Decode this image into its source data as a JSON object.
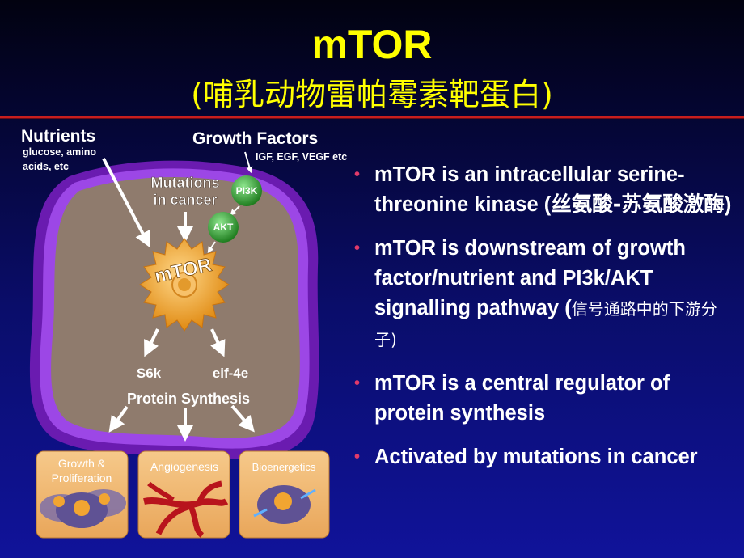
{
  "slide": {
    "title": "mTOR",
    "subtitle": "(哺乳动物雷帕霉素靶蛋白)"
  },
  "diagram": {
    "nutrients_label": "Nutrients",
    "nutrients_sub_1": "glucose, amino",
    "nutrients_sub_2": "acids, etc",
    "growth_factors_label": "Growth Factors",
    "growth_factors_sub": "IGF, EGF, VEGF etc",
    "mutations_1": "Mutations",
    "mutations_2": "in cancer",
    "pi3k": "PI3K",
    "akt": "AKT",
    "mtor": "mTOR",
    "s6k": "S6k",
    "eif": "eif-4e",
    "protein_synthesis": "Protein Synthesis",
    "box_growth_1": "Growth &",
    "box_growth_2": "Proliferation",
    "box_angio": "Angiogenesis",
    "box_bio": "Bioenergetics",
    "colors": {
      "cell_fill": "#8f7b6d",
      "membrane": "#8a2bd8",
      "gear": "#f2a531",
      "green_node": "#3aa83a",
      "box": "#f2b56a"
    }
  },
  "bullets": {
    "b1_main": "mTOR is an intracellular serine-threonine kinase (",
    "b1_zh": "丝氨酸-苏氨酸激酶",
    "b1_end": ")",
    "b2_main": "mTOR is downstream of growth factor/nutrient and PI3k/AKT signalling pathway (",
    "b2_zh": "信号通路中的下游分子",
    "b2_end": ")",
    "b3": "mTOR is a central regulator of protein synthesis",
    "b4": "Activated by mutations in cancer"
  }
}
